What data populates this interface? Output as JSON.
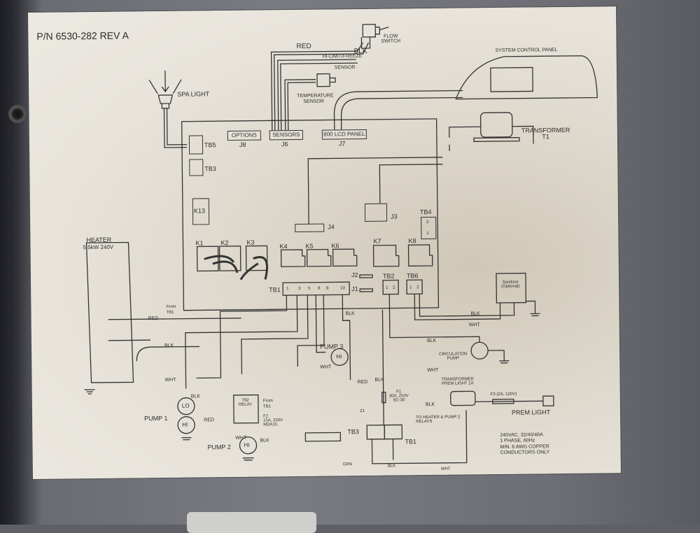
{
  "title": "P/N 6530-282  REV A",
  "components": {
    "spa_light": "SPA LIGHT",
    "flow_switch": "FLOW\nSWITCH",
    "flow_switch_line1": "FLOW",
    "flow_switch_line2": "SWITCH",
    "system_control_panel": "SYSTEM CONTROL PANEL",
    "transformer_t1_line1": "TRANSFORMER",
    "transformer_t1_line2": "T1",
    "hi_limit_line1": "HI-LIMIT/FREEZE",
    "hi_limit_line2": "SENSOR",
    "temp_sensor_line1": "TEMPERATURE",
    "temp_sensor_line2": "SENSOR",
    "heater_line1": "HEATER",
    "heater_line2": "5.5kW 240V",
    "sanitizer_line1": "Sanitizer",
    "sanitizer_line2": "(Optional)",
    "circulation_pump_line1": "CIRCULATION",
    "circulation_pump_line2": "PUMP",
    "transformer_prem_line1": "TRANSFORMER",
    "transformer_prem_line2": "PREM LIGHT 1A",
    "prem_light": "PREM LIGHT",
    "pump1": "PUMP 1",
    "pump2": "PUMP 2",
    "pump3": "PUMP 3",
    "motor_lo": "LO",
    "motor_hi": "HI",
    "t92_relay_line1": "T92",
    "t92_relay_line2": "RELAY",
    "from_tb1_line1": "From",
    "from_tb1_line2": "TB1",
    "f1_line1": "F1",
    "f1_line2": "30A, 250V",
    "f1_line3": "SC-30",
    "f2_line1": "F2",
    "f2_line2": "15A, 250V",
    "f2_line3": "MDA15",
    "f3": "F3 (2A, 120V)",
    "z1": "Z1",
    "to_heater_line1": "TO HEATER & PUMP 2",
    "to_heater_line2": "RELAYS"
  },
  "board": {
    "connectors": {
      "options": "OPTIONS",
      "j8": "J8",
      "sensors": "SENSORS",
      "j6": "J6",
      "lcd_panel": "800 LCD PANEL",
      "j7": "J7",
      "j4": "J4",
      "j3": "J3",
      "j2": "J2",
      "j1": "J1"
    },
    "terminal_blocks": {
      "tb5": "TB5",
      "tb3": "TB3",
      "tb4": "TB4",
      "tb4_pins": [
        "2",
        "1"
      ],
      "tb1": "TB1",
      "tb1_pins": [
        "1",
        "3",
        "5",
        "6",
        "8",
        "10"
      ],
      "tb2": "TB2",
      "tb2_pins": [
        "1",
        "2"
      ],
      "tb6": "TB6",
      "tb6_pins": [
        "1",
        "2"
      ]
    },
    "relays": [
      "K1",
      "K2",
      "K3",
      "K4",
      "K5",
      "K6",
      "K7",
      "K8"
    ],
    "k13": "K13"
  },
  "wire_labels": {
    "red": "RED",
    "blk": "BLK",
    "wht": "WHT",
    "grn": "GRN"
  },
  "bottom_tb3": "TB3",
  "bottom_tb1": "TB1",
  "specs": {
    "line1": "240VAC, 32/40/48A",
    "line2": "1 PHASE, 60Hz",
    "line3": "MIN. 6 AWG COPPER",
    "line4": "CONDUCTORS ONLY"
  }
}
